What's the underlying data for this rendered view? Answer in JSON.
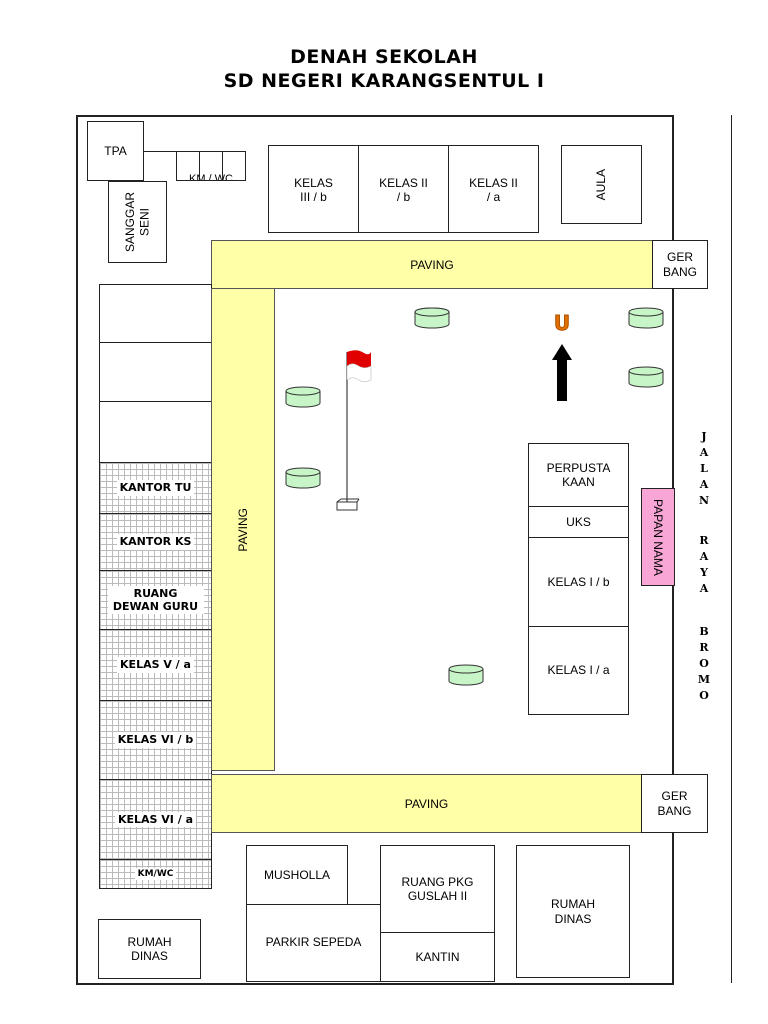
{
  "title": {
    "line1": "DENAH SEKOLAH",
    "line2": "SD NEGERI KARANGSENTUL I"
  },
  "rooms": {
    "tpa": "TPA",
    "kmwc_top": "KM / WC",
    "sanggar_seni": "SANGGAR SENI",
    "kelas_3b": "KELAS III / b",
    "kelas_2b": "KELAS II / b",
    "kelas_2a": "KELAS II / a",
    "aula": "AULA",
    "gerbang_top": "GER BANG",
    "gerbang_bottom": "GER BANG",
    "paving_top": "PAVING",
    "paving_left": "PAVING",
    "paving_bottom": "PAVING",
    "kantor_tu": "KANTOR TU",
    "kantor_ks": "KANTOR KS",
    "ruang_dewan_guru": "RUANG DEWAN GURU",
    "kelas_5a": "KELAS V / a",
    "kelas_6b": "KELAS VI / b",
    "kelas_6a": "KELAS VI / a",
    "kmwc_bottom": "KM/WC",
    "perpustakaan": "PERPUSTA KAAN",
    "uks": "UKS",
    "kelas_1b": "KELAS I / b",
    "kelas_1a": "KELAS I / a",
    "papan_nama": "PAPAN NAMA",
    "musholla": "MUSHOLLA",
    "parkir_sepeda": "PARKIR SEPEDA",
    "ruang_pkg": "RUANG PKG GUSLAH II",
    "kantin": "KANTIN",
    "rumah_dinas_right": "RUMAH DINAS",
    "rumah_dinas_left": "RUMAH DINAS"
  },
  "compass": {
    "north": "U"
  },
  "road": {
    "letters": [
      "J",
      "A",
      "L",
      "A",
      "N",
      "",
      "R",
      "A",
      "Y",
      "A",
      "",
      "B",
      "R",
      "O",
      "M",
      "O"
    ]
  },
  "colors": {
    "paving": "#ffffa8",
    "planter": "#c8f5c8",
    "papan_nama": "#f7a6d6",
    "flag_red": "#e00000",
    "north_marker": "#e07000"
  }
}
